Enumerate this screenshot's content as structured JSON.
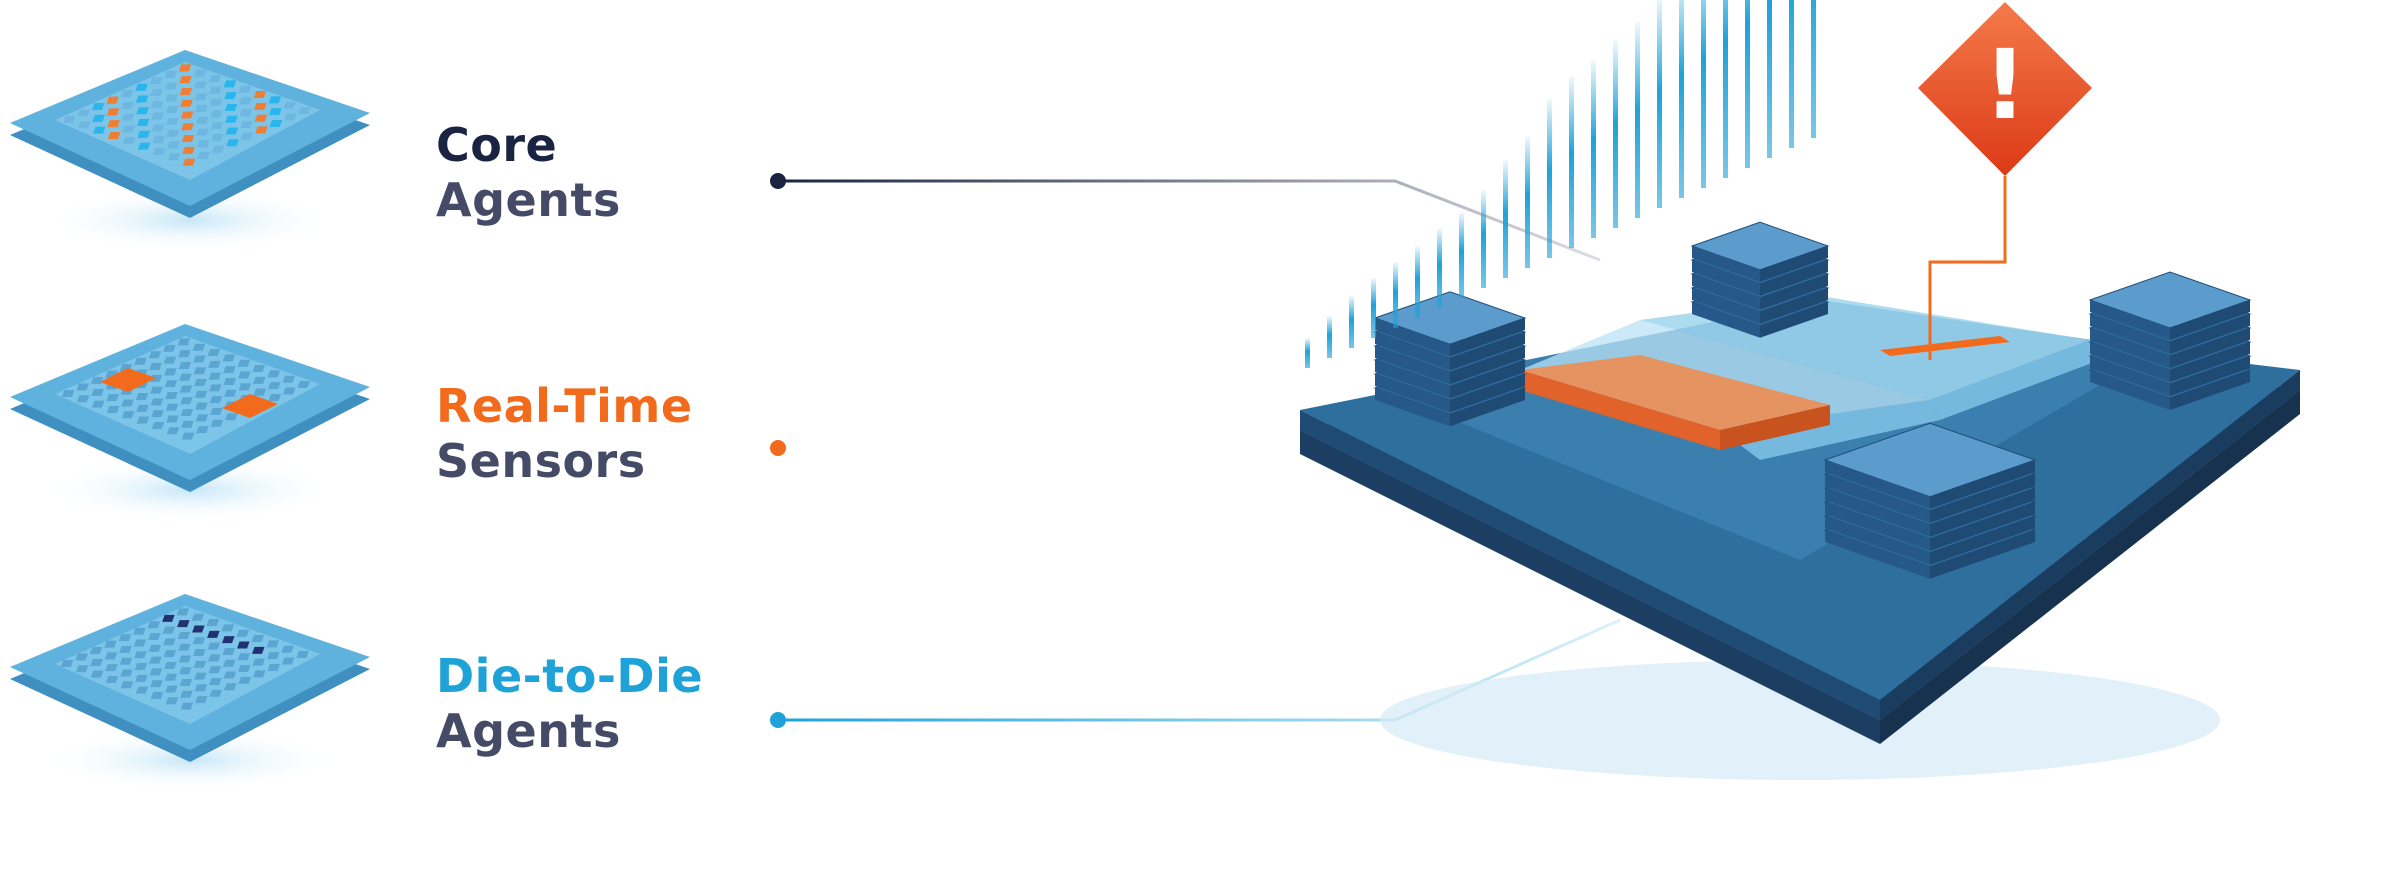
{
  "colors": {
    "navy": "#1b2342",
    "orange": "#f26a1b",
    "cyan": "#1ea2d8",
    "gray_text": "#454b66",
    "chip_top": "#5fb2dd",
    "chip_side": "#3f8fc0",
    "board_top": "#2e6f9e",
    "board_side": "#224e76",
    "warning": "#ec4b24"
  },
  "labels": [
    {
      "title": "Core",
      "subtitle": "Agents",
      "accent": "#1b2342"
    },
    {
      "title": "Real-Time",
      "subtitle": "Sensors",
      "accent": "#f26a1b"
    },
    {
      "title": "Die-to-Die",
      "subtitle": "Agents",
      "accent": "#1ea2d8"
    }
  ],
  "icons": {
    "chip_core": "core-agents-chip-icon",
    "chip_sensor": "real-time-sensors-chip-icon",
    "chip_d2d": "die-to-die-agents-chip-icon",
    "alert": "warning-diamond-icon",
    "alert_glyph": "!"
  }
}
